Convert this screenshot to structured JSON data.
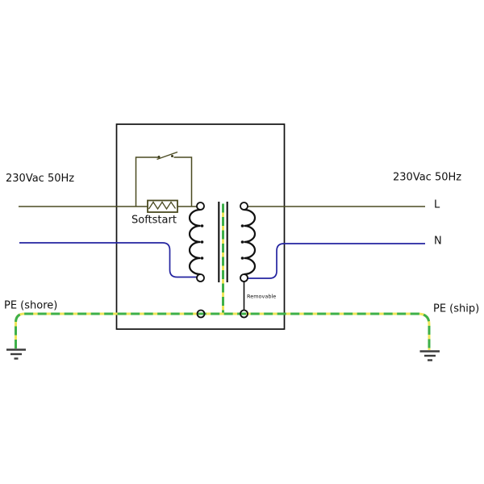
{
  "labels": {
    "left_voltage": "230Vac 50Hz",
    "right_voltage": "230Vac 50Hz",
    "softstart": "Softstart",
    "line": "L",
    "neutral": "N",
    "pe_shore": "PE (shore)",
    "pe_ship": "PE (ship)",
    "removable": "Removable"
  },
  "colors": {
    "wire_olive": "#4a4a20",
    "wire_blue": "#2424a0",
    "earth_green": "#3eb049",
    "earth_yellow": "#efe65a",
    "line_black": "#111111",
    "ground_gray": "#3c3c3c",
    "background": "#ffffff"
  },
  "components": {
    "enclosure": "isolation-transformer-unit",
    "softstart": "softstart-resistor-with-bypass-switch",
    "transformer": "isolation-transformer-with-shield",
    "removable_link": "removable-neutral-to-pe-link",
    "grounds": [
      "shore-earth",
      "ship-earth"
    ]
  }
}
